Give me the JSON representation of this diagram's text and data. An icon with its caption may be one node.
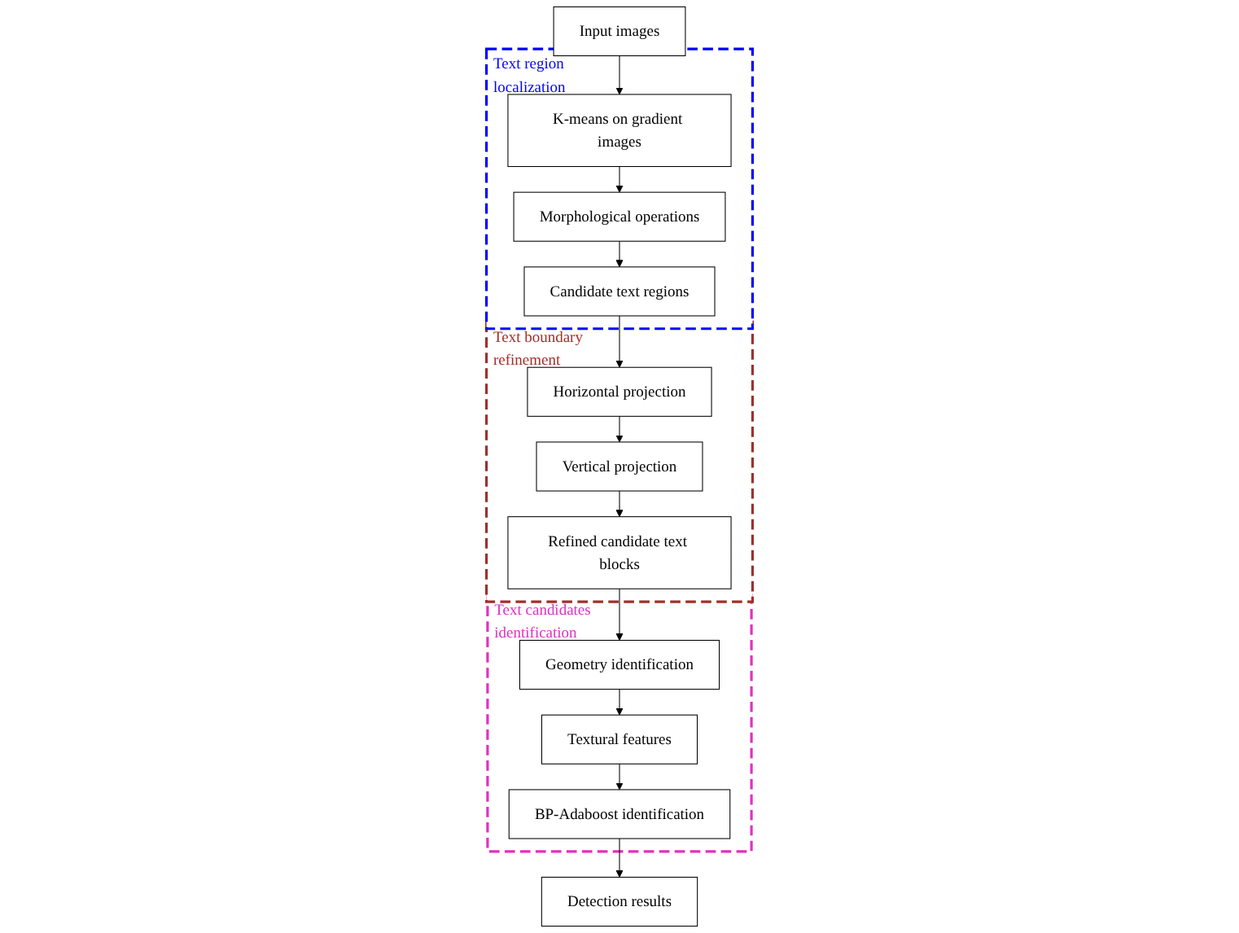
{
  "diagram": {
    "nodes": [
      {
        "text": [
          "Input images"
        ]
      },
      {
        "text": [
          "Text region localization"
        ]
      },
      {
        "text": [
          "K-means on gradient images"
        ],
        "in": 1
      },
      {
        "text": [
          "Morphological operations"
        ],
        "in": 1
      },
      {
        "text": [
          "Candidate text regions"
        ],
        "in": 1
      },
      {
        "text": [
          "Text boundary refinement"
        ]
      },
      {
        "text": [
          "Horizontal projection"
        ],
        "in": 5
      },
      {
        "text": [
          "Vertical projection"
        ],
        "in": 5
      },
      {
        "text": [
          "Refined candidate text blocks"
        ],
        "in": 5
      },
      {
        "text": [
          "Text candidates identification"
        ]
      },
      {
        "text": [
          "Geometry identification"
        ],
        "in": 9
      },
      {
        "text": [
          "Textural features"
        ],
        "in": 9
      },
      {
        "text": [
          "BP-Adaboost identification"
        ],
        "in": 9
      },
      {
        "text": [
          "Detection results"
        ]
      }
    ],
    "edges": [
      {
        "from": 0,
        "to": 2,
        "arrow": "to"
      },
      {
        "from": 2,
        "to": 3,
        "arrow": "to"
      },
      {
        "from": 3,
        "to": 4,
        "arrow": "to"
      },
      {
        "from": 4,
        "to": 6,
        "arrow": "to"
      },
      {
        "from": 6,
        "to": 7,
        "arrow": "to"
      },
      {
        "from": 7,
        "to": 8,
        "arrow": "to"
      },
      {
        "from": 8,
        "to": 10,
        "arrow": "to"
      },
      {
        "from": 10,
        "to": 11,
        "arrow": "to"
      },
      {
        "from": 11,
        "to": 12,
        "arrow": "to"
      },
      {
        "from": 12,
        "to": 13,
        "arrow": "to"
      }
    ]
  }
}
